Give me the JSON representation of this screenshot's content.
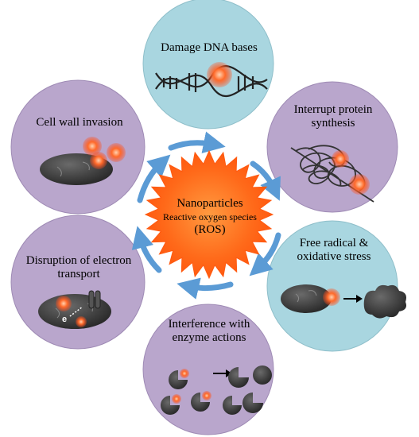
{
  "center": {
    "title": "Nanoparticles",
    "subtitle": "Reactive oxygen species",
    "abbr": "(ROS)"
  },
  "effects": [
    {
      "id": "dna",
      "label": "Damage DNA bases",
      "color": "#a9d6e0"
    },
    {
      "id": "protein",
      "label": "Interrupt protein synthesis",
      "color": "#b9a6cc"
    },
    {
      "id": "radical",
      "label": "Free radical & oxidative stress",
      "color": "#a9d6e0"
    },
    {
      "id": "enzyme",
      "label": "Interference with enzyme actions",
      "color": "#b9a6cc"
    },
    {
      "id": "electron",
      "label": "Disruption of electron transport",
      "color": "#b9a6cc"
    },
    {
      "id": "cellwall",
      "label": "Cell wall invasion",
      "color": "#b9a6cc"
    }
  ],
  "electron_symbol": "e",
  "colors": {
    "sun": "#ff6a1a",
    "nanoparticle": "#ff5a1f",
    "arrow": "#5b9bd5",
    "cell": "#3a3a3a"
  }
}
